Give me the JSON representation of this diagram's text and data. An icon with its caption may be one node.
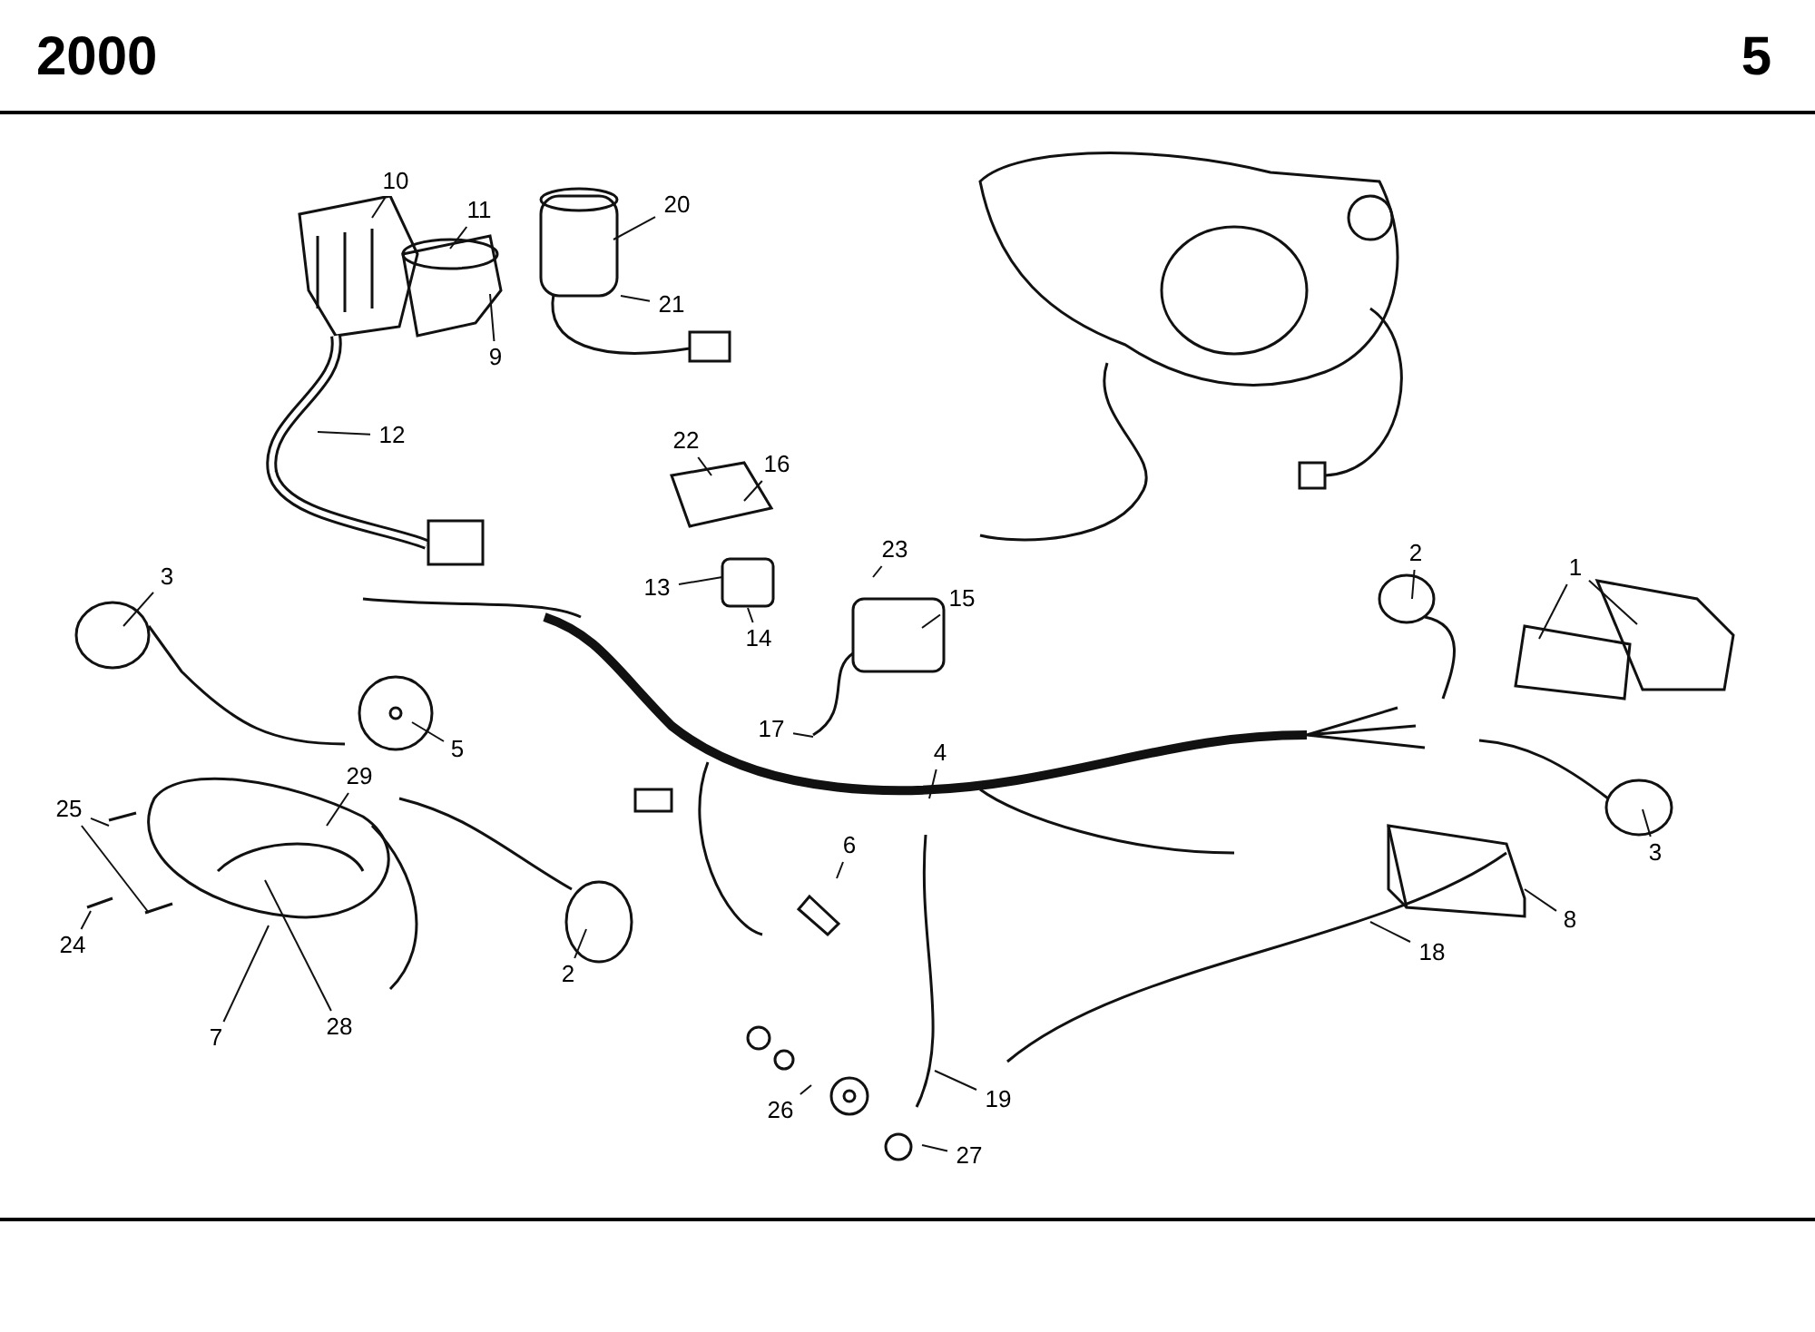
{
  "diagram": {
    "title": "2000",
    "nodes": [
      {
        "text": [
          "10"
        ]
      },
      {
        "text": [
          "11"
        ]
      },
      {
        "text": [
          "20"
        ]
      },
      {
        "text": [
          "21"
        ]
      },
      {
        "text": [
          "9"
        ]
      },
      {
        "text": [
          "12"
        ]
      },
      {
        "text": [
          "22"
        ]
      },
      {
        "text": [
          "16"
        ]
      },
      {
        "text": [
          "23"
        ]
      },
      {
        "text": [
          "3"
        ]
      },
      {
        "text": [
          "13"
        ]
      },
      {
        "text": [
          "15"
        ]
      },
      {
        "text": [
          "2"
        ]
      },
      {
        "text": [
          "1"
        ]
      },
      {
        "text": [
          "14"
        ]
      },
      {
        "text": [
          "17"
        ]
      },
      {
        "text": [
          "5"
        ]
      },
      {
        "text": [
          "4"
        ]
      },
      {
        "text": [
          "29"
        ]
      },
      {
        "text": [
          "25"
        ]
      },
      {
        "text": [
          "3"
        ]
      },
      {
        "text": [
          "6"
        ]
      },
      {
        "text": [
          "8"
        ]
      },
      {
        "text": [
          "24"
        ]
      },
      {
        "text": [
          "18"
        ]
      },
      {
        "text": [
          "2"
        ]
      },
      {
        "text": [
          "28"
        ]
      },
      {
        "text": [
          "7"
        ]
      },
      {
        "text": [
          "19"
        ]
      },
      {
        "text": [
          "26"
        ]
      },
      {
        "text": [
          "27"
        ]
      }
    ],
    "edges": [
      {
        "from": 0,
        "to": null,
        "arrow": "none"
      },
      {
        "from": 1,
        "to": null,
        "arrow": "none"
      },
      {
        "from": 2,
        "to": null,
        "arrow": "none"
      },
      {
        "from": 3,
        "to": null,
        "arrow": "none"
      },
      {
        "from": 4,
        "to": null,
        "arrow": "none"
      },
      {
        "from": 5,
        "to": null,
        "arrow": "none"
      },
      {
        "from": 6,
        "to": null,
        "arrow": "none"
      },
      {
        "from": 7,
        "to": null,
        "arrow": "none"
      },
      {
        "from": 8,
        "to": null,
        "arrow": "none"
      },
      {
        "from": 9,
        "to": null,
        "arrow": "none"
      },
      {
        "from": 10,
        "to": null,
        "arrow": "none"
      },
      {
        "from": 11,
        "to": null,
        "arrow": "none"
      },
      {
        "from": 12,
        "to": null,
        "arrow": "none"
      },
      {
        "from": 13,
        "to": null,
        "arrow": "none"
      },
      {
        "from": 13,
        "to": null,
        "arrow": "none"
      },
      {
        "from": 14,
        "to": null,
        "arrow": "none"
      },
      {
        "from": 15,
        "to": null,
        "arrow": "none"
      },
      {
        "from": 16,
        "to": null,
        "arrow": "none"
      },
      {
        "from": 17,
        "to": null,
        "arrow": "none"
      },
      {
        "from": 18,
        "to": null,
        "arrow": "none"
      },
      {
        "from": 19,
        "to": null,
        "arrow": "none"
      },
      {
        "from": 19,
        "to": null,
        "arrow": "none"
      },
      {
        "from": 20,
        "to": null,
        "arrow": "none"
      },
      {
        "from": 21,
        "to": null,
        "arrow": "none"
      },
      {
        "from": 22,
        "to": null,
        "arrow": "none"
      },
      {
        "from": 23,
        "to": null,
        "arrow": "none"
      },
      {
        "from": 24,
        "to": null,
        "arrow": "none"
      },
      {
        "from": 25,
        "to": null,
        "arrow": "none"
      },
      {
        "from": 26,
        "to": null,
        "arrow": "none"
      },
      {
        "from": 27,
        "to": null,
        "arrow": "none"
      },
      {
        "from": 28,
        "to": null,
        "arrow": "none"
      },
      {
        "from": 29,
        "to": null,
        "arrow": "none"
      },
      {
        "from": 30,
        "to": null,
        "arrow": "none"
      }
    ],
    "labels": [
      "5"
    ]
  }
}
